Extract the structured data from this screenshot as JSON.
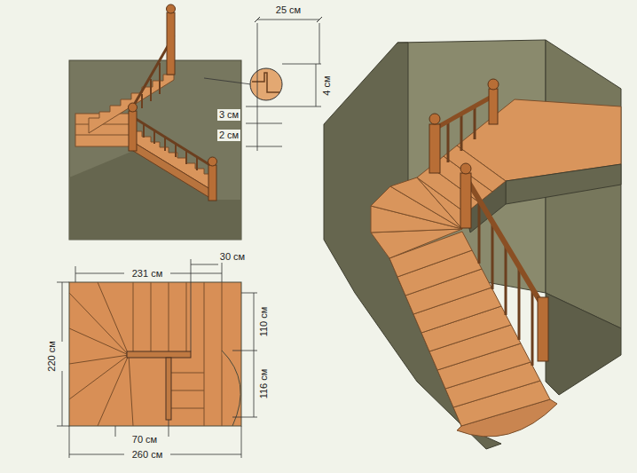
{
  "diagram": {
    "labels": [
      "25 см",
      "4 см",
      "3 см",
      "2 см",
      "231 см",
      "30 см",
      "110 см",
      "220 см",
      "116 см",
      "70 см",
      "260 см"
    ]
  }
}
